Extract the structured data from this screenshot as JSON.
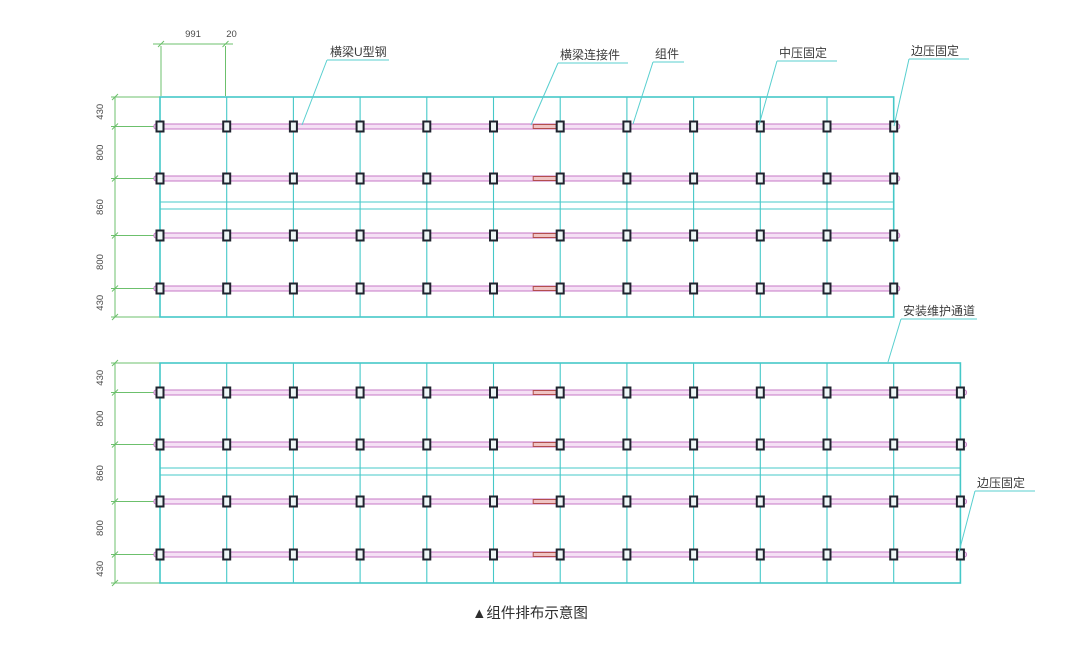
{
  "title": "▲组件排布示意图",
  "callouts": {
    "beam_u_steel": "横梁U型钢",
    "beam_connector": "横梁连接件",
    "module": "组件",
    "mid_clamp": "中压固定",
    "edge_clamp_top": "边压固定",
    "maintenance_channel": "安装维护通道",
    "edge_clamp_bottom": "边压固定"
  },
  "dimensions": {
    "top": {
      "module_width": "991",
      "module_gap": "20"
    },
    "left_top_table": [
      "430",
      "800",
      "860",
      "800",
      "430"
    ],
    "left_bottom_table": [
      "430",
      "800",
      "860",
      "800",
      "430"
    ]
  },
  "figure": {
    "type": "solar-module-layout-schematic",
    "tables": [
      {
        "name": "upper-table",
        "columns": 11,
        "module_rows": 2,
        "beams": 4,
        "clamps_per_beam": 12
      },
      {
        "name": "lower-table",
        "columns": 12,
        "module_rows": 2,
        "beams": 4,
        "clamps_per_beam": 13
      }
    ],
    "connector_before_column_line": 6
  },
  "colors": {
    "grid_cyan": "#45c8c8",
    "leader_cyan": "#58cfcf",
    "dim_green": "#6cc06c",
    "beam_magenta": "#c678c6",
    "beam_fill": "#f5e0f5",
    "clamp_dark": "#20242f",
    "clamp_fill": "#eef6f6",
    "connector_red": "#b34d4d",
    "connector_fill": "#efc4c4",
    "text_dark": "#3c3c3c",
    "dim_text": "#4a4a4a"
  }
}
